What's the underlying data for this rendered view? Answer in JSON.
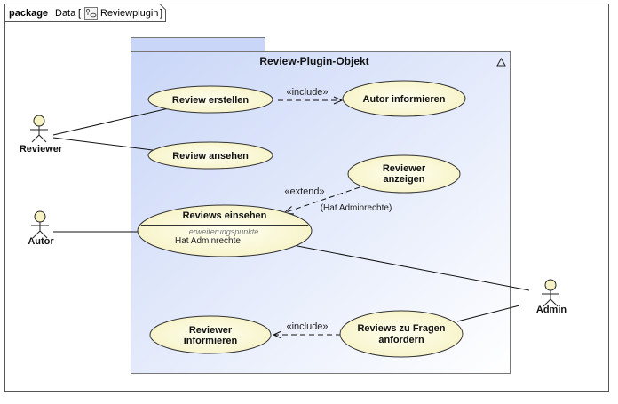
{
  "frame": {
    "kind": "package",
    "name": "Data",
    "diagram_name": "Reviewplugin",
    "bracket_open": "[",
    "bracket_close": "]"
  },
  "package": {
    "title": "Review-Plugin-Objekt"
  },
  "actors": {
    "reviewer": "Reviewer",
    "autor": "Autor",
    "admin": "Admin"
  },
  "use_cases": {
    "review_erstellen": "Review erstellen",
    "autor_informieren": "Autor informieren",
    "review_ansehen": "Review ansehen",
    "reviewer_anzeigen": [
      "Reviewer",
      "anzeigen"
    ],
    "reviews_einsehen": {
      "title": "Reviews einsehen",
      "ext_header": "erweiterungspunkte",
      "ext_point": "Hat Adminrechte"
    },
    "reviewer_informieren": [
      "Reviewer",
      "informieren"
    ],
    "reviews_zu_fragen": [
      "Reviews zu Fragen",
      "anfordern"
    ]
  },
  "relations": {
    "include_1": "«include»",
    "extend": "«extend»",
    "extend_condition": "(Hat Adminrechte)",
    "include_2": "«include»"
  }
}
